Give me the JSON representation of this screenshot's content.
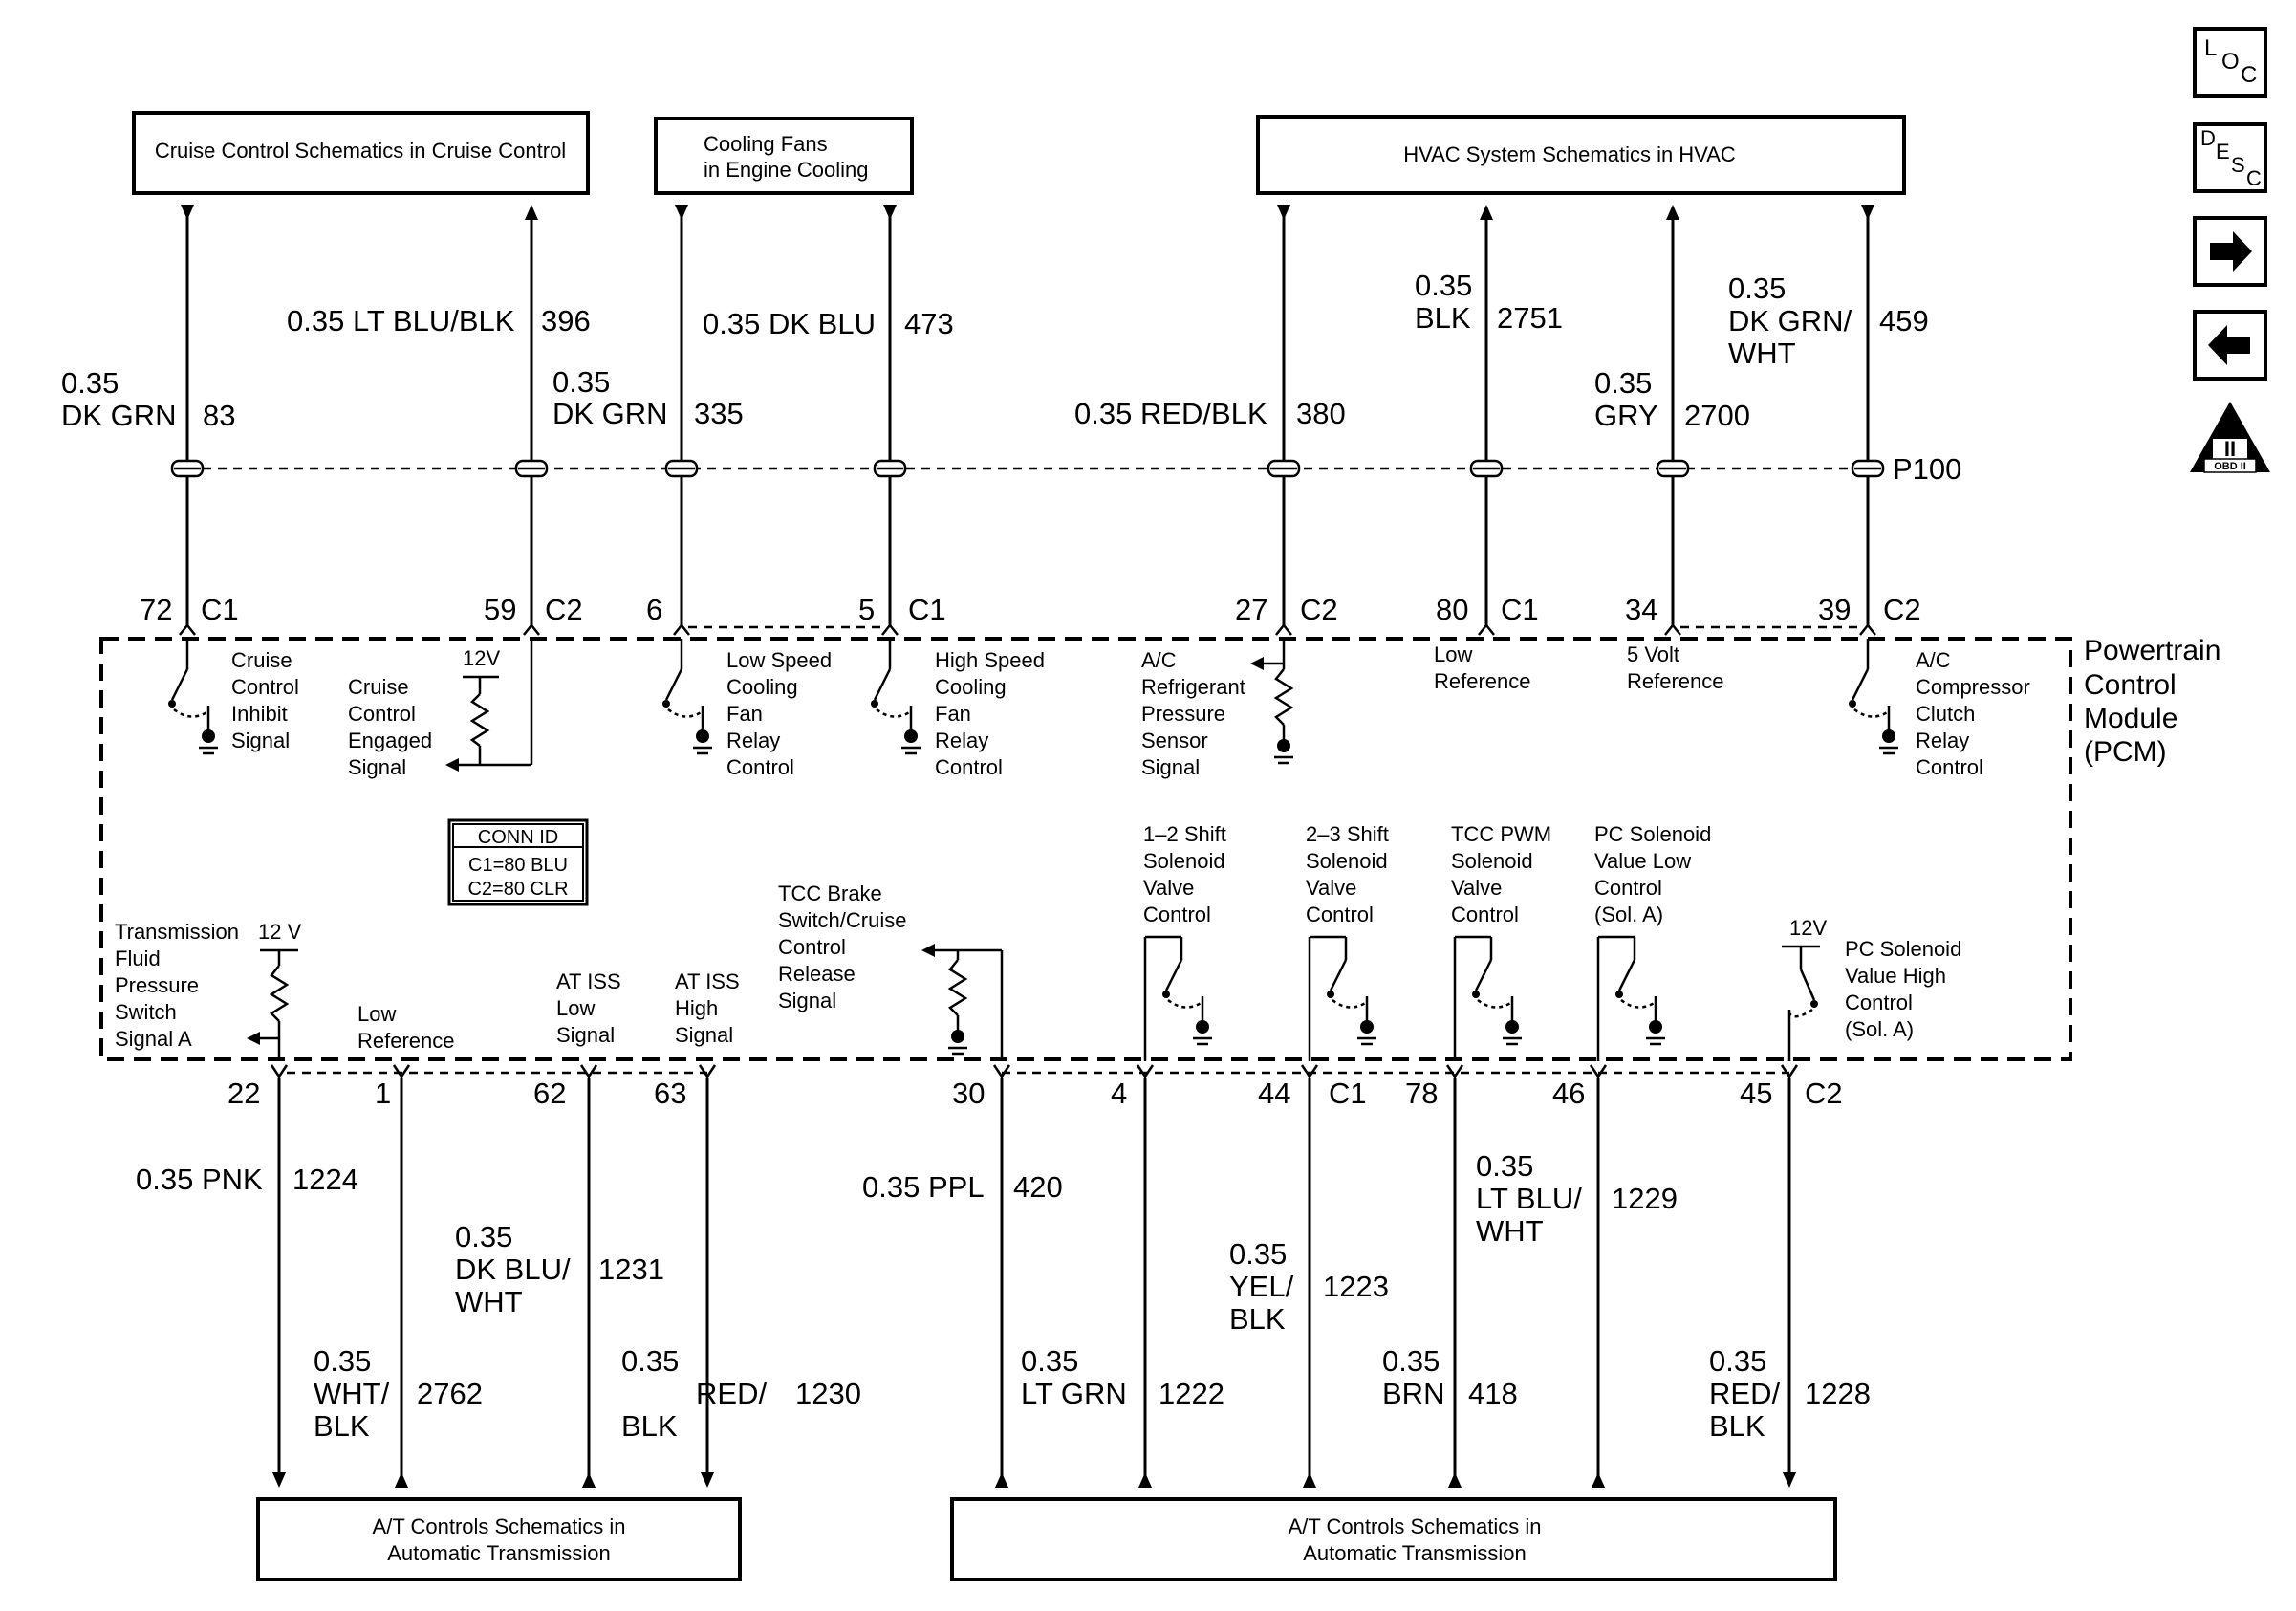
{
  "boxes": {
    "cruise": "Cruise Control Schematics in Cruise Control",
    "fans": [
      "Cooling Fans",
      "in Engine Cooling"
    ],
    "hvac": "HVAC System Schematics in HVAC",
    "at_left": [
      "A/T Controls Schematics in",
      "Automatic Transmission"
    ],
    "at_right": [
      "A/T Controls Schematics in",
      "Automatic Transmission"
    ]
  },
  "nav": {
    "loc": [
      "L",
      "O",
      "C"
    ],
    "desc": [
      "D",
      "E",
      "S",
      "C"
    ],
    "obd_numeral": "II",
    "obd_text": "OBD II"
  },
  "connector_p100": "P100",
  "pcm_label": [
    "Powertrain",
    "Control",
    "Module",
    "(PCM)"
  ],
  "conn_id": {
    "title": "CONN ID",
    "c1": "C1=80 BLU",
    "c2": "C2=80 CLR"
  },
  "top_wires": [
    {
      "size": "0.35",
      "color": "DK GRN",
      "circuit": "83",
      "pin": "72",
      "conn": "C1",
      "signal": [
        "Cruise",
        "Control",
        "Inhibit",
        "Signal"
      ]
    },
    {
      "size": "0.35",
      "color": "LT BLU/BLK",
      "circuit": "396",
      "pin": "59",
      "conn": "C2",
      "signal": [
        "Cruise",
        "Control",
        "Engaged",
        "Signal"
      ],
      "voltage": "12V"
    },
    {
      "size": "0.35",
      "color": "DK GRN",
      "circuit": "335",
      "pin": "6",
      "conn": "",
      "signal": [
        "Low Speed",
        "Cooling",
        "Fan",
        "Relay",
        "Control"
      ]
    },
    {
      "size": "0.35",
      "color": "DK BLU",
      "circuit": "473",
      "pin": "5",
      "conn": "C1",
      "signal": [
        "High Speed",
        "Cooling",
        "Fan",
        "Relay",
        "Control"
      ]
    },
    {
      "size": "0.35",
      "color": "RED/BLK",
      "circuit": "380",
      "pin": "27",
      "conn": "C2",
      "signal": [
        "A/C",
        "Refrigerant",
        "Pressure",
        "Sensor",
        "Signal"
      ]
    },
    {
      "size": "0.35",
      "color": "BLK",
      "circuit": "2751",
      "pin": "80",
      "conn": "C1",
      "signal": [
        "Low",
        "Reference"
      ]
    },
    {
      "size": "0.35",
      "color": "GRY",
      "circuit": "2700",
      "pin": "34",
      "conn": "",
      "signal": [
        "5 Volt",
        "Reference"
      ]
    },
    {
      "size": "0.35",
      "color1": "DK GRN/",
      "color2": "WHT",
      "circuit": "459",
      "pin": "39",
      "conn": "C2",
      "signal": [
        "A/C",
        "Compressor",
        "Clutch",
        "Relay",
        "Control"
      ]
    }
  ],
  "bottom_wires": [
    {
      "size": "0.35",
      "color": "PNK",
      "circuit": "1224",
      "pin": "22",
      "signal": [
        "Transmission",
        "Fluid",
        "Pressure",
        "Switch",
        "Signal A"
      ],
      "voltage": "12 V"
    },
    {
      "size": "0.35",
      "color1": "WHT/",
      "color2": "BLK",
      "circuit": "2762",
      "pin": "1",
      "signal": [
        "Low",
        "Reference"
      ]
    },
    {
      "size": "0.35",
      "color1": "DK BLU/",
      "color2": "WHT",
      "circuit": "1231",
      "pin": "62",
      "signal": [
        "AT ISS",
        "Low",
        "Signal"
      ]
    },
    {
      "size": "0.35",
      "color1": "RED/",
      "color2": "BLK",
      "circuit": "1230",
      "pin": "63",
      "signal": [
        "AT ISS",
        "High",
        "Signal"
      ]
    },
    {
      "size": "0.35",
      "color": "PPL",
      "circuit": "420",
      "pin": "30",
      "signal": [
        "TCC Brake",
        "Switch/Cruise",
        "Control",
        "Release",
        "Signal"
      ]
    },
    {
      "size": "0.35",
      "color": "LT GRN",
      "circuit": "1222",
      "pin": "4",
      "signal": [
        "1–2 Shift",
        "Solenoid",
        "Valve",
        "Control"
      ]
    },
    {
      "size": "0.35",
      "color1": "YEL/",
      "color2": "BLK",
      "circuit": "1223",
      "pin": "44",
      "conn": "C1",
      "signal": [
        "2–3 Shift",
        "Solenoid",
        "Valve",
        "Control"
      ]
    },
    {
      "size": "0.35",
      "color": "BRN",
      "circuit": "418",
      "pin": "78",
      "signal": [
        "TCC PWM",
        "Solenoid",
        "Valve",
        "Control"
      ]
    },
    {
      "size": "0.35",
      "color1": "LT BLU/",
      "color2": "WHT",
      "circuit": "1229",
      "pin": "46",
      "signal": [
        "PC Solenoid",
        "Value Low",
        "Control",
        "(Sol. A)"
      ]
    },
    {
      "size": "0.35",
      "color1": "RED/",
      "color2": "BLK",
      "circuit": "1228",
      "pin": "45",
      "conn": "C2",
      "signal": [
        "PC Solenoid",
        "Value High",
        "Control",
        "(Sol. A)"
      ],
      "voltage": "12V"
    }
  ]
}
